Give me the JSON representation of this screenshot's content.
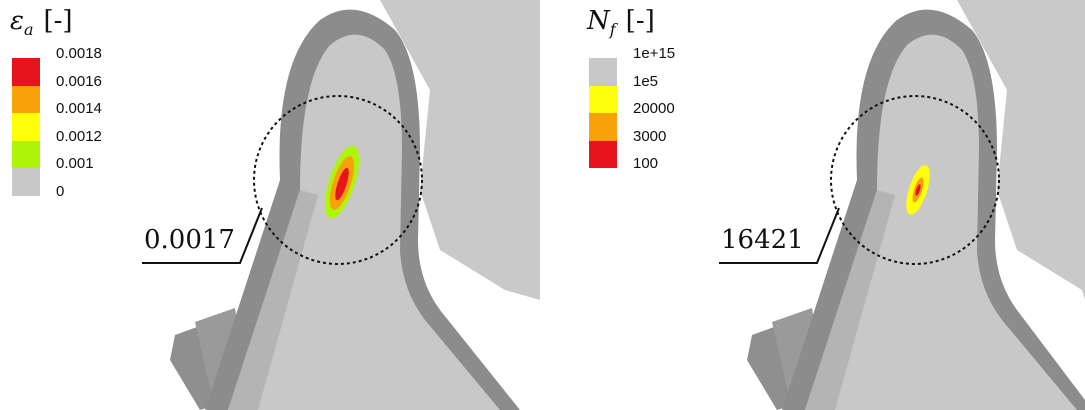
{
  "left_panel": {
    "legend": {
      "symbol": "ε",
      "subscript": "a",
      "unit": "[-]",
      "entries": [
        {
          "label": "0.0018",
          "color": "#e8141c"
        },
        {
          "label": "0.0016",
          "color": "#f8a10a"
        },
        {
          "label": "0.0014",
          "color": "#ffff0a"
        },
        {
          "label": "0.0012",
          "color": "#aef50a"
        },
        {
          "label": "0.001",
          "color": "#c8c8c8"
        },
        {
          "label": "0",
          "color": null
        }
      ]
    },
    "callout": "0.0017"
  },
  "right_panel": {
    "legend": {
      "symbol": "N",
      "subscript": "f",
      "unit": "[-]",
      "entries": [
        {
          "label": "1e+15",
          "color": "#c8c8c8"
        },
        {
          "label": "1e5",
          "color": "#ffff0a"
        },
        {
          "label": "20000",
          "color": "#f8a10a"
        },
        {
          "label": "3000",
          "color": "#e8141c"
        },
        {
          "label": "100",
          "color": null
        }
      ]
    },
    "callout": "16421"
  },
  "colors": {
    "part_face": "#c9c9c9",
    "part_rim": "#888888",
    "part_shadow": "#a9a9a9",
    "hotspot_outer": "#aef50a",
    "hotspot_mid": "#f8a10a",
    "hotspot_core": "#e8141c"
  }
}
